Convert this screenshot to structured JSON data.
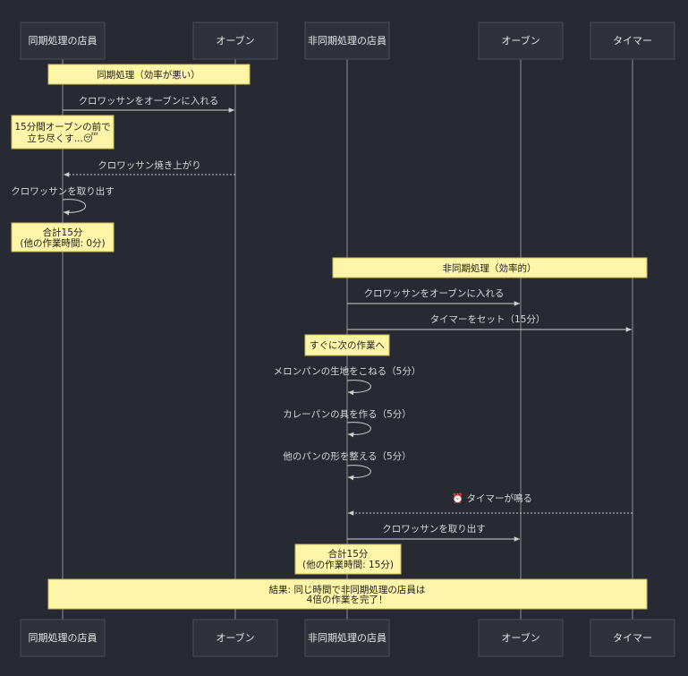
{
  "participants": {
    "sync_staff": "同期処理の店員",
    "oven_1": "オーブン",
    "async_staff": "非同期処理の店員",
    "oven_2": "オーブン",
    "timer": "タイマー"
  },
  "sync": {
    "note_title": "同期処理（効率が悪い）",
    "msg_put_in": "クロワッサンをオーブンに入れる",
    "note_wait_line1": "15分間オーブンの前で",
    "note_wait_line2": "立ち尽くす...😴",
    "msg_baked": "クロワッサン焼き上がり",
    "msg_take_out": "クロワッサンを取り出す",
    "note_total_line1": "合計15分",
    "note_total_line2": "(他の作業時間: 0分)"
  },
  "async": {
    "note_title": "非同期処理（効率的）",
    "msg_put_in": "クロワッサンをオーブンに入れる",
    "msg_set_timer": "タイマーをセット（15分）",
    "note_next": "すぐに次の作業へ",
    "msg_melonpan": "メロンパンの生地をこねる（5分）",
    "msg_curry": "カレーパンの具を作る（5分）",
    "msg_shape": "他のパンの形を整える（5分）",
    "msg_timer_ring": "⏰ タイマーが鳴る",
    "msg_take_out": "クロワッサンを取り出す",
    "note_total_line1": "合計15分",
    "note_total_line2": "(他の作業時間: 15分)"
  },
  "result": {
    "line1": "結果: 同じ時間で非同期処理の店員は",
    "line2": "4倍の作業を完了！"
  },
  "colors": {
    "background": "#282a33",
    "note_fill": "#fff5a8",
    "actor_fill": "#2f323b"
  }
}
